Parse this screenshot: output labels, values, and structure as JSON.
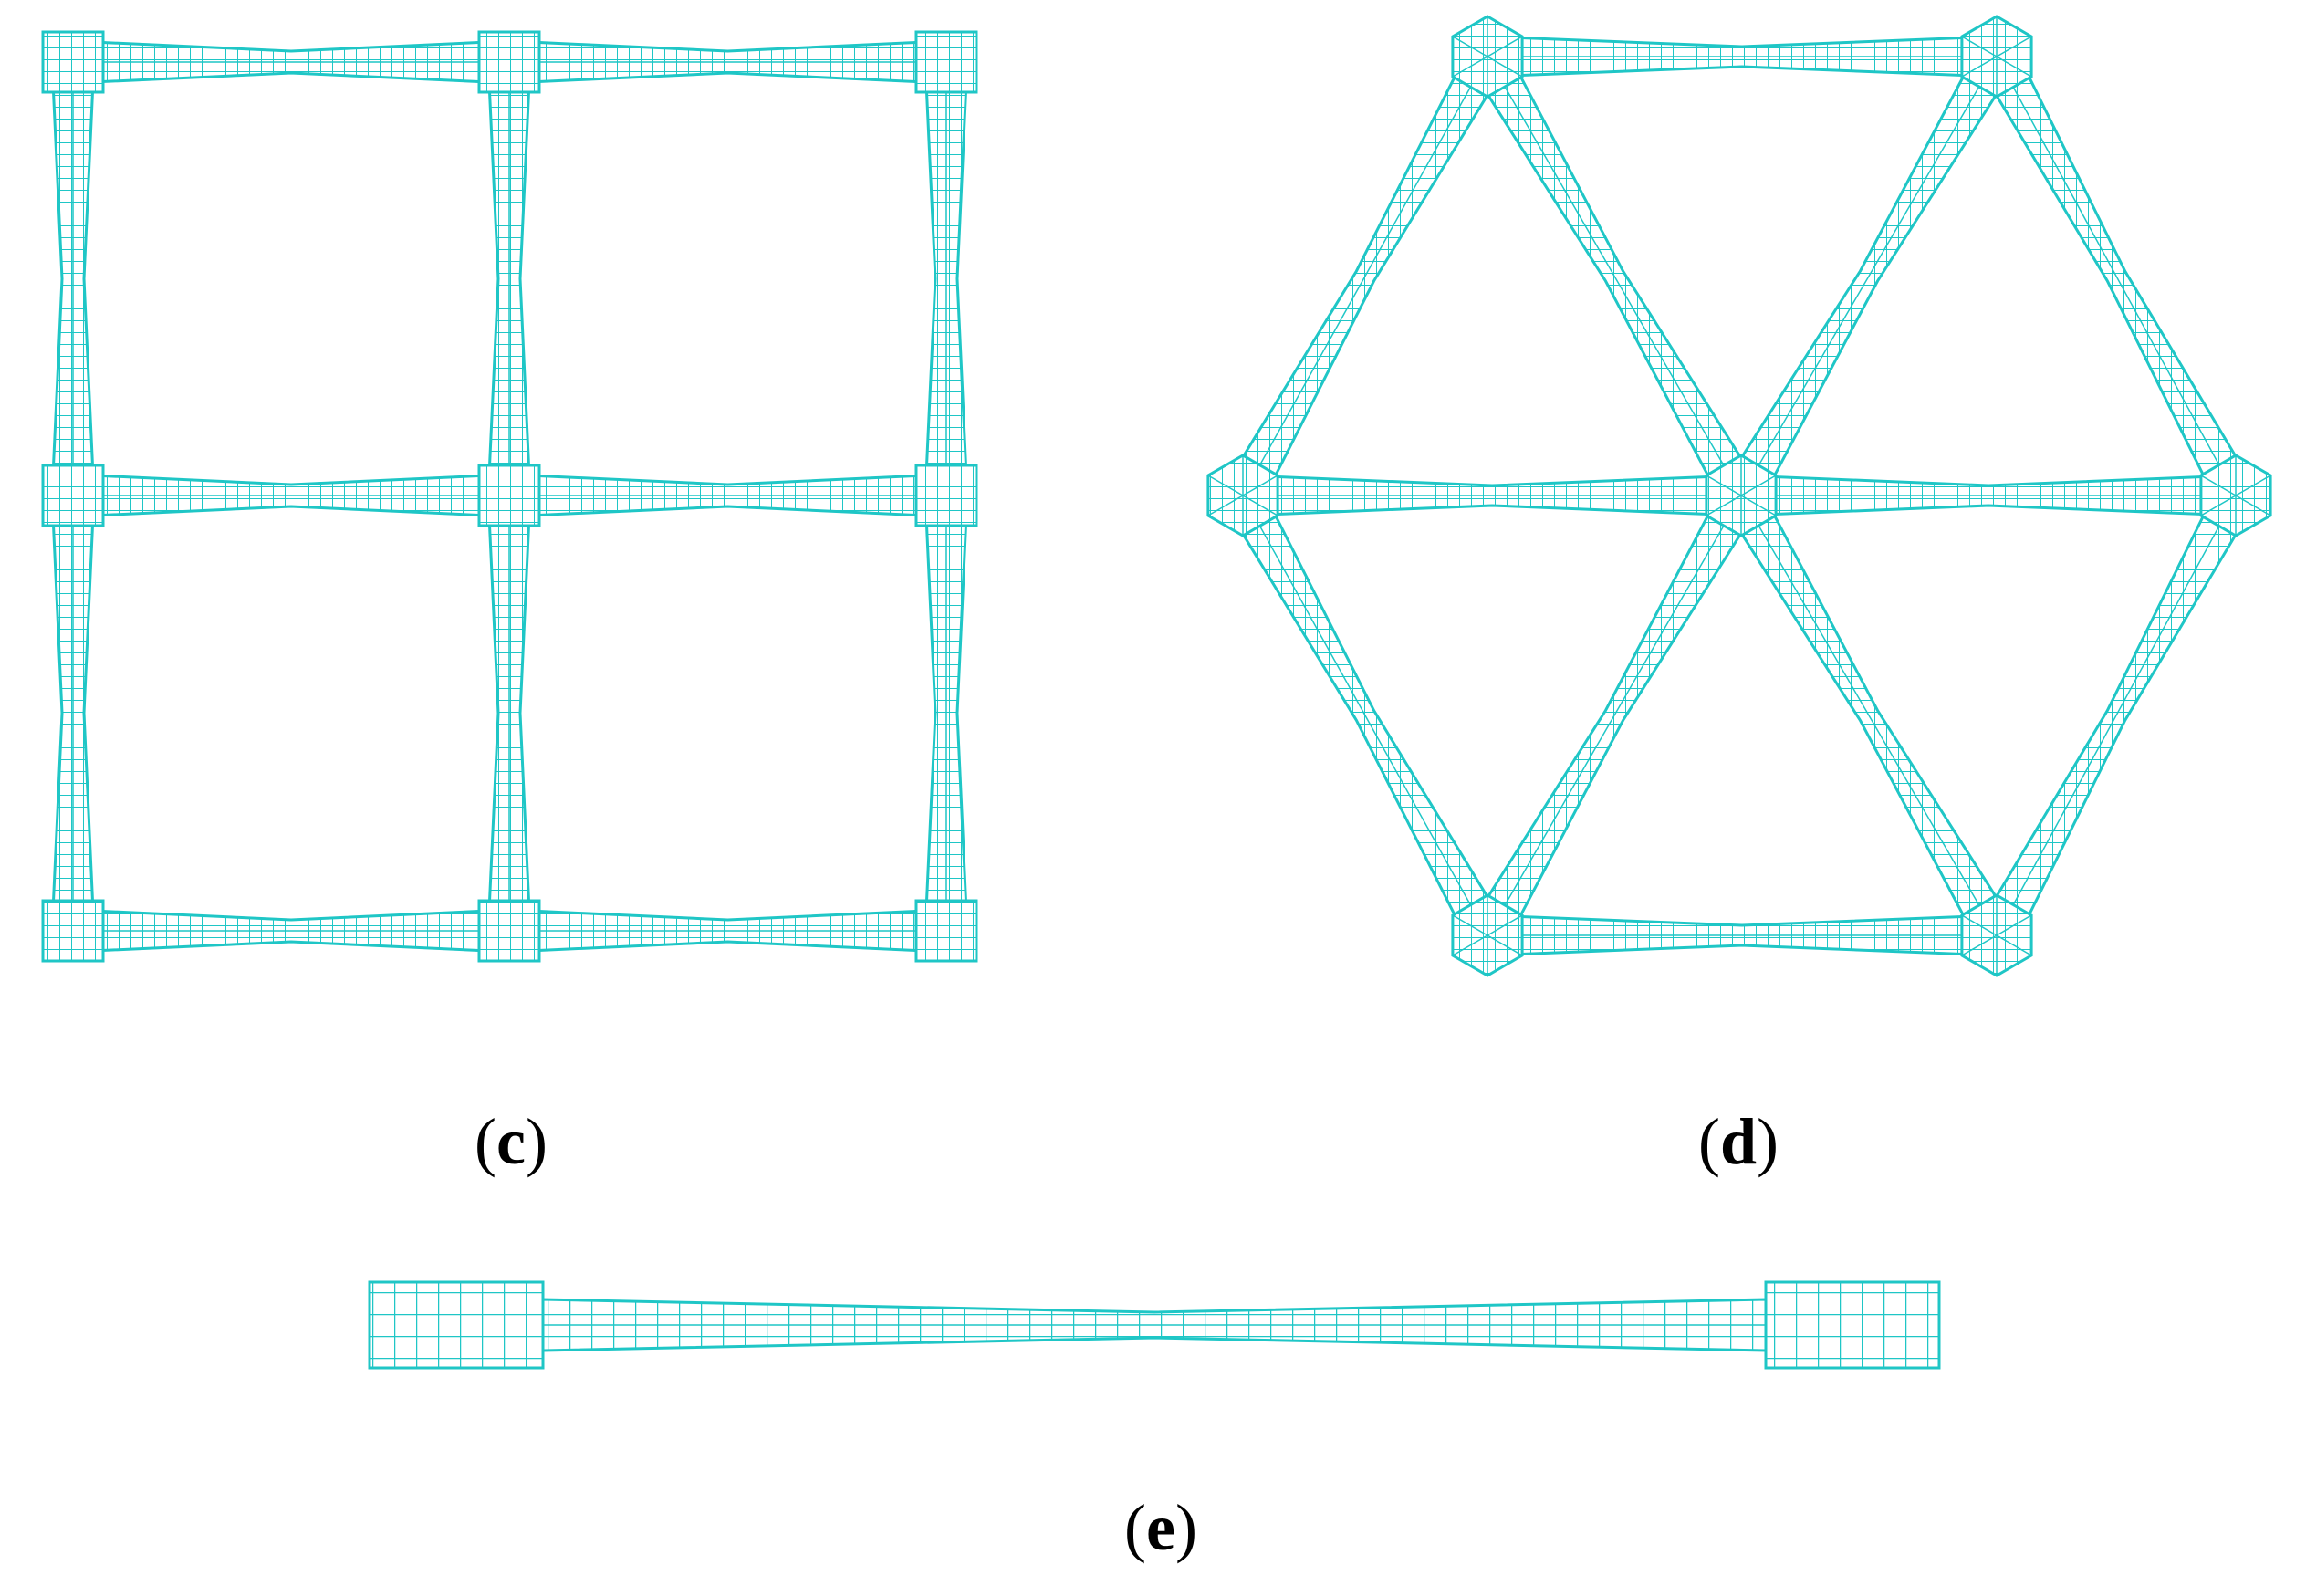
{
  "style": {
    "mesh_color": "#1fc6c6",
    "background": "#ffffff"
  },
  "panels": [
    {
      "id": "c",
      "letter": "c",
      "kind": "square-lattice"
    },
    {
      "id": "d",
      "letter": "d",
      "kind": "triangular-lattice"
    },
    {
      "id": "e",
      "letter": "e",
      "kind": "single-strut"
    }
  ]
}
